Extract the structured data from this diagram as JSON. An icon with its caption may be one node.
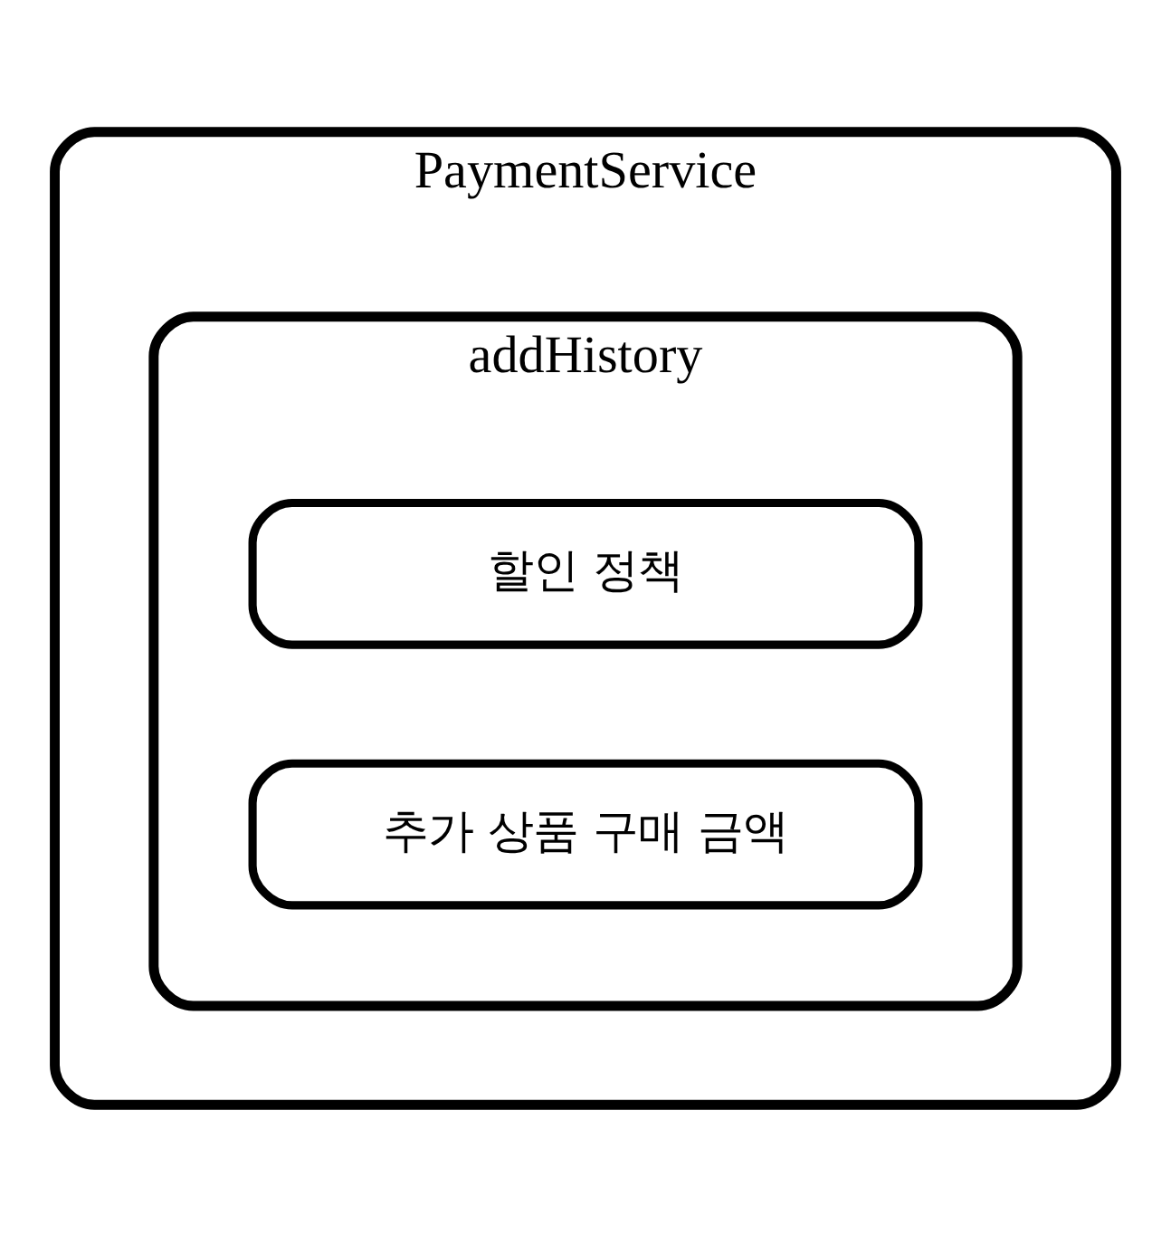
{
  "diagram": {
    "nodes": [
      {
        "text": [
          "PaymentService"
        ]
      },
      {
        "text": [
          "addHistory"
        ],
        "in": 0
      },
      {
        "text": [
          "할인 정책"
        ],
        "in": 1
      },
      {
        "text": [
          "추가 상품 구매 금액"
        ],
        "in": 1
      }
    ]
  }
}
